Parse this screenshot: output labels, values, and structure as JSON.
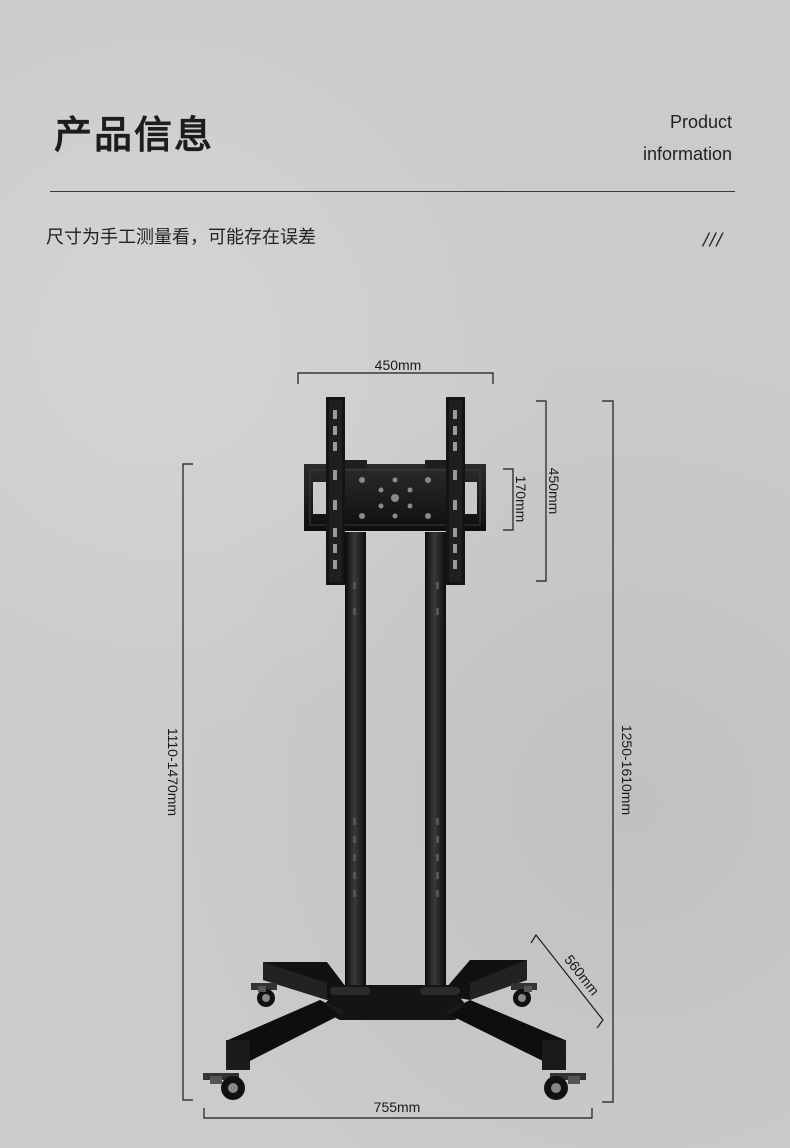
{
  "header": {
    "title": "产品信息",
    "en_title_line1": "Product",
    "en_title_line2": "information"
  },
  "note": "尺寸为手工测量看，可能存在误差",
  "decoration": "///",
  "dimensions": {
    "top_width": "450mm",
    "plate_height": "450mm",
    "vesa_spacing": "170mm",
    "left_height": "1110-1470mm",
    "right_height": "1250-1610mm",
    "base_depth": "560mm",
    "base_width": "755mm"
  }
}
